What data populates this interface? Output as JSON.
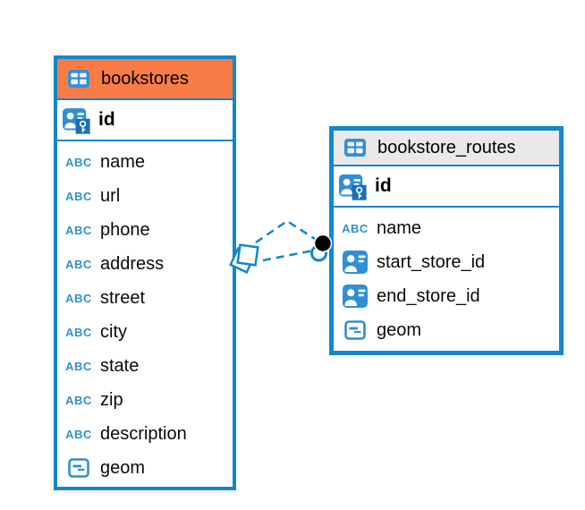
{
  "colors": {
    "accent_blue": "#1287C9",
    "icon_blue": "#3190D3",
    "key_square_blue": "#1B6FB8",
    "bookstores_header_bg": "#F87C48",
    "routes_header_bg": "#E9E9E9",
    "relationship_dot": "#000000",
    "text": "#000000"
  },
  "icons": {
    "abc_label": "ABC"
  },
  "diagram": {
    "tables": [
      {
        "name": "bookstores",
        "primary_key": {
          "label": "id",
          "icon": "person-badge-key-icon"
        },
        "columns": [
          {
            "label": "name",
            "icon": "abc-icon"
          },
          {
            "label": "url",
            "icon": "abc-icon"
          },
          {
            "label": "phone",
            "icon": "abc-icon"
          },
          {
            "label": "address",
            "icon": "abc-icon"
          },
          {
            "label": "street",
            "icon": "abc-icon"
          },
          {
            "label": "city",
            "icon": "abc-icon"
          },
          {
            "label": "state",
            "icon": "abc-icon"
          },
          {
            "label": "zip",
            "icon": "abc-icon"
          },
          {
            "label": "description",
            "icon": "abc-icon"
          },
          {
            "label": "geom",
            "icon": "geometry-icon"
          }
        ]
      },
      {
        "name": "bookstore_routes",
        "primary_key": {
          "label": "id",
          "icon": "person-badge-key-icon"
        },
        "columns": [
          {
            "label": "name",
            "icon": "abc-icon"
          },
          {
            "label": "start_store_id",
            "icon": "person-badge-icon"
          },
          {
            "label": "end_store_id",
            "icon": "person-badge-icon"
          },
          {
            "label": "geom",
            "icon": "geometry-icon"
          }
        ]
      }
    ],
    "relationships": [
      {
        "from_table": "bookstores",
        "to_table": "bookstore_routes",
        "style": "dashed"
      },
      {
        "from_table": "bookstores",
        "to_table": "bookstore_routes",
        "style": "dashed"
      }
    ]
  }
}
